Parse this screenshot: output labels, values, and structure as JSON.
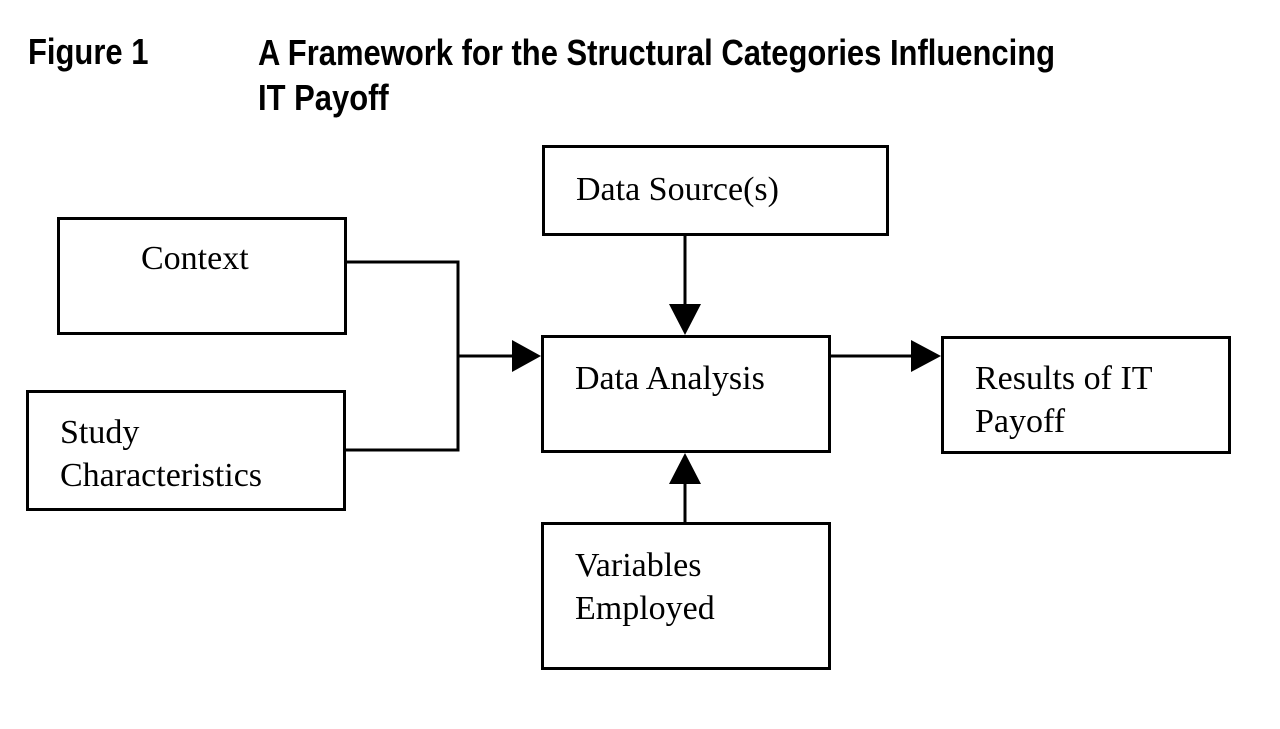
{
  "figure": {
    "label": "Figure 1",
    "title_lines": [
      "A Framework for the Structural Categories Influencing",
      "IT Payoff"
    ]
  },
  "nodes": {
    "data_source": {
      "lines": [
        "Data Source(s)"
      ]
    },
    "context": {
      "lines": [
        "Context"
      ]
    },
    "data_analysis": {
      "lines": [
        "Data Analysis"
      ]
    },
    "results": {
      "lines": [
        "Results of IT",
        "Payoff"
      ]
    },
    "study": {
      "lines": [
        "Study",
        "Characteristics"
      ]
    },
    "variables": {
      "lines": [
        "Variables",
        "Employed"
      ]
    }
  },
  "edges": [
    {
      "from": "data_source",
      "to": "data_analysis"
    },
    {
      "from": "context",
      "to": "data_analysis"
    },
    {
      "from": "study",
      "to": "data_analysis"
    },
    {
      "from": "variables",
      "to": "data_analysis"
    },
    {
      "from": "data_analysis",
      "to": "results"
    }
  ]
}
